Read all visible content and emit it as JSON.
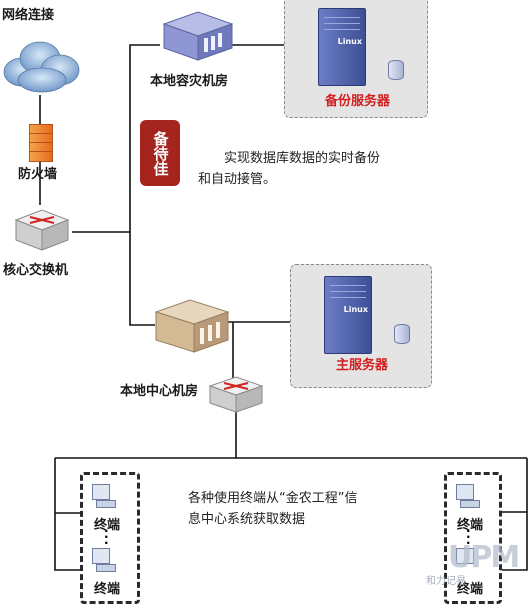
{
  "labels": {
    "internet": "网络连接",
    "firewall": "防火墙",
    "core_switch": "核心交换机",
    "disaster_room": "本地容灾机房",
    "backup_server": "备份服务器",
    "center_room": "本地中心机房",
    "main_server": "主服务器",
    "terminal": "终端",
    "dots": "·"
  },
  "server_os": "Linux",
  "descriptions": {
    "backup_line1": "实现数据库数据的实时备份",
    "backup_line2": "和自动接管。",
    "terminal_line1": "各种使用终端从“金农工程”信",
    "terminal_line2": "息中心系统获取数据"
  },
  "seal_text": "备待佳",
  "watermark": "UPM",
  "watermark_caption": "和力记易",
  "colors": {
    "panel_bg": "#e4e4e4",
    "server_blue": "#4a5fa8",
    "red_label": "#d21e1e",
    "seal_red": "#a5241d",
    "line": "#111111"
  }
}
